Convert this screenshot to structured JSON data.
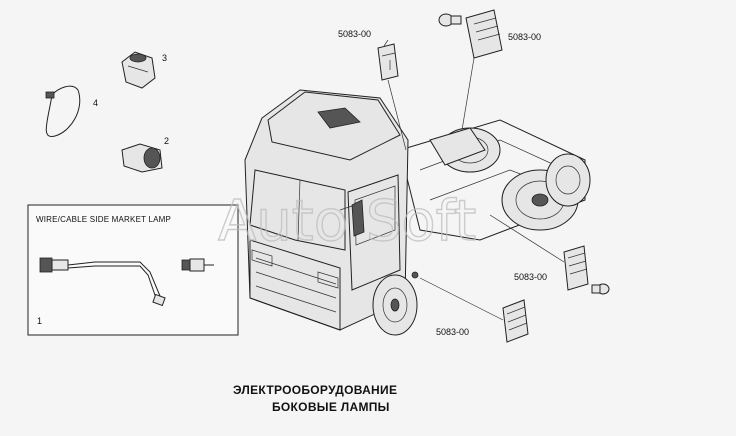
{
  "inset": {
    "title": "WIRE/CABLE SIDE MARKET LAMP",
    "item_number": "1"
  },
  "callouts": {
    "item_2": "2",
    "item_3": "3",
    "item_4": "4"
  },
  "references": {
    "top_left": "5083-00",
    "top_right": "5083-00",
    "right": "5083-00",
    "bottom": "5083-00"
  },
  "caption": {
    "line1": "ЭЛЕКТРООБОРУДОВАНИЕ",
    "line2": "БОКОВЫЕ ЛАМПЫ"
  },
  "watermark": "Auto Soft"
}
